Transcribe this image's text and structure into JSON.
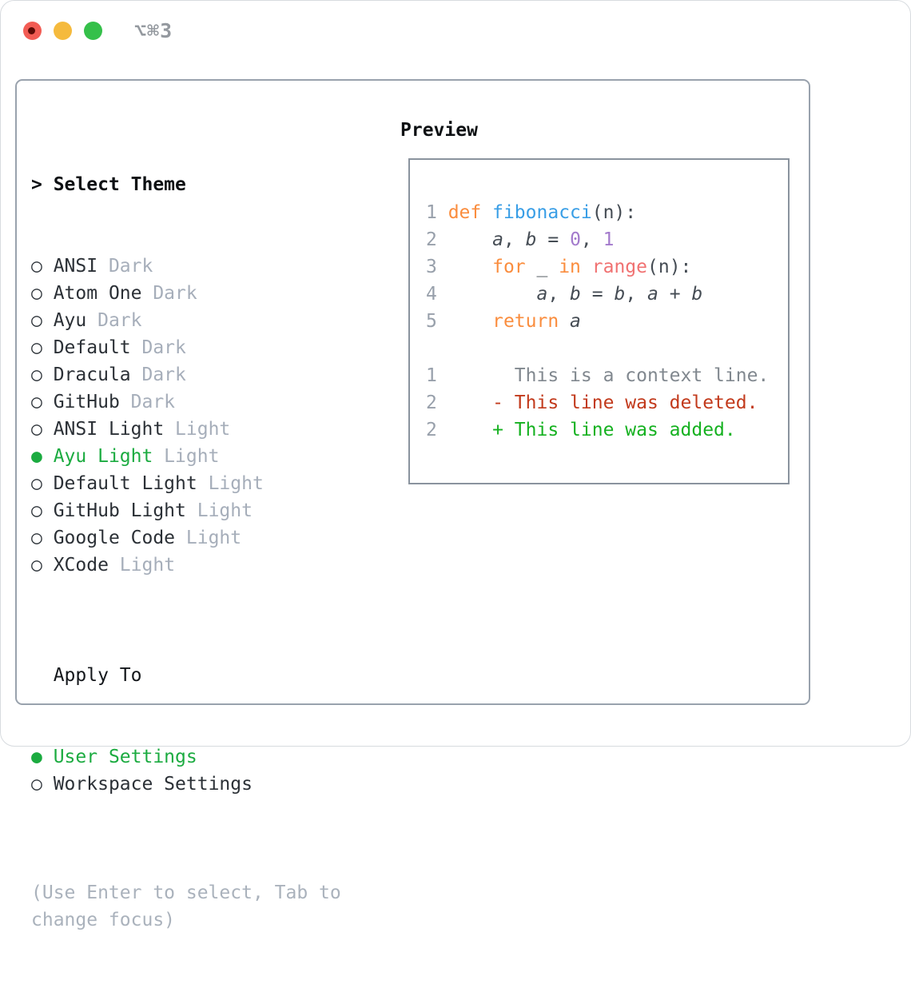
{
  "titlebar": {
    "shortcut": "⌥⌘3"
  },
  "markers": {
    "prompt": ">",
    "selected": "●",
    "unselected": "○"
  },
  "theme_list": {
    "header": "Select Theme",
    "items": [
      {
        "name": "ANSI",
        "variant": "Dark",
        "selected": false
      },
      {
        "name": "Atom One",
        "variant": "Dark",
        "selected": false
      },
      {
        "name": "Ayu",
        "variant": "Dark",
        "selected": false
      },
      {
        "name": "Default",
        "variant": "Dark",
        "selected": false
      },
      {
        "name": "Dracula",
        "variant": "Dark",
        "selected": false
      },
      {
        "name": "GitHub",
        "variant": "Dark",
        "selected": false
      },
      {
        "name": "ANSI Light",
        "variant": "Light",
        "selected": false
      },
      {
        "name": "Ayu Light",
        "variant": "Light",
        "selected": true
      },
      {
        "name": "Default Light",
        "variant": "Light",
        "selected": false
      },
      {
        "name": "GitHub Light",
        "variant": "Light",
        "selected": false
      },
      {
        "name": "Google Code",
        "variant": "Light",
        "selected": false
      },
      {
        "name": "XCode",
        "variant": "Light",
        "selected": false
      }
    ]
  },
  "apply_to": {
    "header": "Apply To",
    "options": [
      {
        "label": "User Settings",
        "selected": true
      },
      {
        "label": "Workspace Settings",
        "selected": false
      }
    ]
  },
  "help_lines": [
    "(Use Enter to select, Tab to",
    "change focus)"
  ],
  "preview": {
    "header": "Preview",
    "code_lines": [
      {
        "num": "1",
        "tokens": [
          [
            "k",
            "def"
          ],
          [
            "p",
            " "
          ],
          [
            "f",
            "fibonacci"
          ],
          [
            "p",
            "(n):"
          ]
        ]
      },
      {
        "num": "2",
        "tokens": [
          [
            "p",
            "    "
          ],
          [
            "v",
            "a"
          ],
          [
            "p",
            ", "
          ],
          [
            "v",
            "b"
          ],
          [
            "p",
            " = "
          ],
          [
            "n",
            "0"
          ],
          [
            "p",
            ", "
          ],
          [
            "n",
            "1"
          ]
        ]
      },
      {
        "num": "3",
        "tokens": [
          [
            "p",
            "    "
          ],
          [
            "k",
            "for"
          ],
          [
            "p",
            " _ "
          ],
          [
            "k",
            "in"
          ],
          [
            "p",
            " "
          ],
          [
            "b",
            "range"
          ],
          [
            "p",
            "(n):"
          ]
        ]
      },
      {
        "num": "4",
        "tokens": [
          [
            "p",
            "        "
          ],
          [
            "v",
            "a"
          ],
          [
            "p",
            ", "
          ],
          [
            "v",
            "b"
          ],
          [
            "p",
            " = "
          ],
          [
            "v",
            "b"
          ],
          [
            "p",
            ", "
          ],
          [
            "v",
            "a"
          ],
          [
            "p",
            " + "
          ],
          [
            "v",
            "b"
          ]
        ]
      },
      {
        "num": "5",
        "tokens": [
          [
            "p",
            "    "
          ],
          [
            "k",
            "return"
          ],
          [
            "p",
            " "
          ],
          [
            "v",
            "a"
          ]
        ]
      }
    ],
    "diff_lines": [
      {
        "num": "1",
        "sign": " ",
        "text": "This is a context line.",
        "type": "context"
      },
      {
        "num": "2",
        "sign": "-",
        "text": "This line was deleted.",
        "type": "deleted"
      },
      {
        "num": "2",
        "sign": "+",
        "text": "This line was added.",
        "type": "added"
      }
    ]
  },
  "colors": {
    "selection_green": "#1bab40",
    "added_green": "#15b120",
    "deleted_red": "#c23a1c",
    "context_gray": "#81888f",
    "keyword_orange": "#fa8d3e",
    "function_blue": "#399ee6",
    "number_purple": "#a37acc",
    "builtin_coral": "#f07171",
    "variant_gray": "#a6aeba",
    "traffic_red": "#f25c54",
    "traffic_yellow": "#f5ba3d",
    "traffic_green": "#35c04a"
  }
}
